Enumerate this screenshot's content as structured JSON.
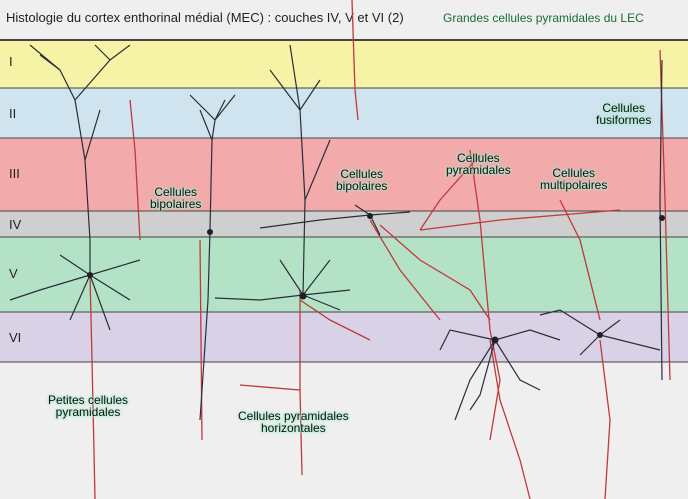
{
  "title": "Histologie du cortex enthorinal médial (MEC) : couches IV, V et VI (2)",
  "subtitle": "Grandes cellules pyramidales du LEC",
  "layers": [
    {
      "name": "I",
      "color": "#f6f3a6"
    },
    {
      "name": "II",
      "color": "#cfe4ee"
    },
    {
      "name": "III",
      "color": "#f2aaaa"
    },
    {
      "name": "IV",
      "color": "#cfcfcf"
    },
    {
      "name": "V",
      "color": "#b4e2c6"
    },
    {
      "name": "VI",
      "color": "#d9d1e6"
    }
  ],
  "labels": {
    "fusiformes": [
      "Cellules",
      "fusiformes"
    ],
    "bipolaires1": [
      "Cellules",
      "bipolaires"
    ],
    "bipolaires2": [
      "Cellules",
      "bipolaires"
    ],
    "pyramidales": [
      "Cellules",
      "pyramidales"
    ],
    "multipolaires": [
      "Cellules",
      "multipolaires"
    ],
    "petites": [
      "Petites cellules",
      "pyramidales"
    ],
    "horizontales": [
      "Cellules pyramidales",
      "horizontales"
    ]
  },
  "colors": {
    "dendrite": "#2a2e3a",
    "axon": "#c0393b"
  }
}
